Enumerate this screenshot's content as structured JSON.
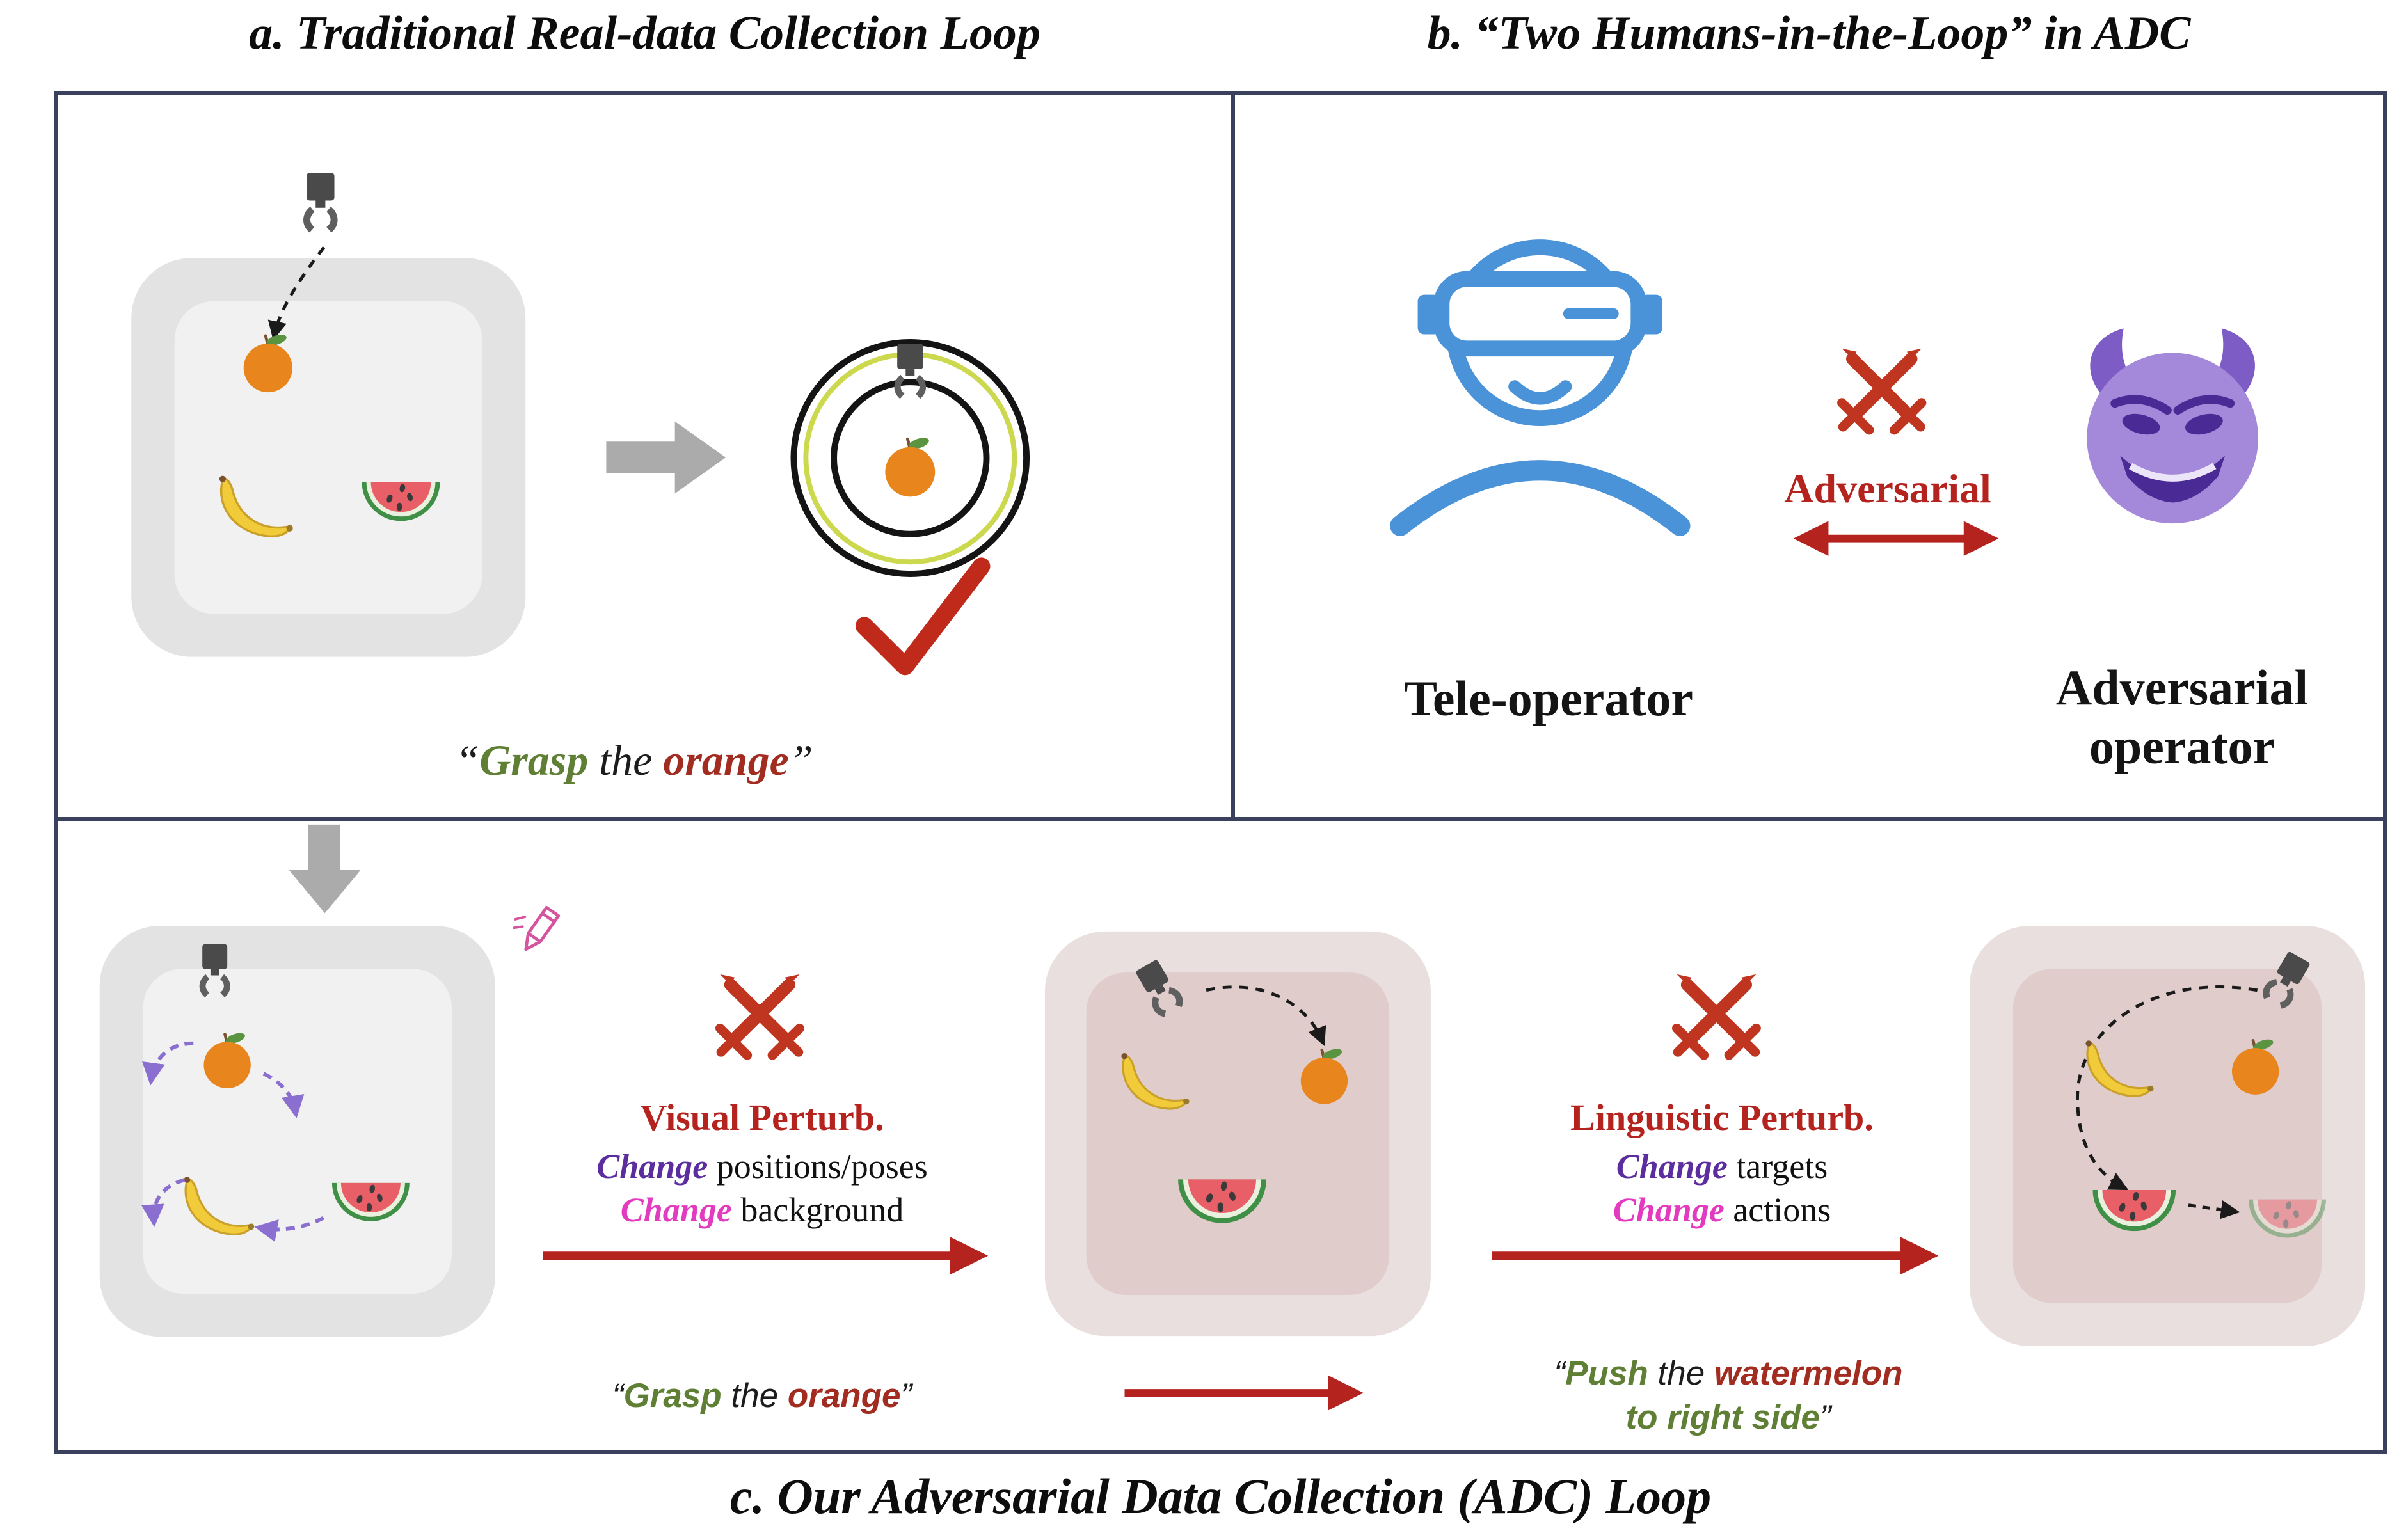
{
  "titles": {
    "a": "a. Traditional Real-data Collection Loop",
    "b": "b. “Two Humans-in-the-Loop” in ADC",
    "c": "c. Our Adversarial Data Collection (ADC) Loop"
  },
  "panel_a": {
    "instruction": {
      "open_quote": "“",
      "verb": "Grasp",
      "middle": " the ",
      "object": "orange",
      "close_quote": "”"
    }
  },
  "panel_b": {
    "adversarial_label": "Adversarial",
    "tele_operator_label": "Tele-operator",
    "adversarial_operator_line1": "Adversarial",
    "adversarial_operator_line2": "operator"
  },
  "panel_c": {
    "visual": {
      "title": "Visual Perturb.",
      "l1_em": "Change",
      "l1_rest": " positions/poses",
      "l2_em": "Change",
      "l2_rest": " background"
    },
    "linguistic": {
      "title": "Linguistic Perturb.",
      "l1_em": "Change",
      "l1_rest": " targets",
      "l2_em": "Change",
      "l2_rest": " actions"
    },
    "grasp": {
      "open_quote": "“",
      "verb": "Grasp",
      "middle": " the ",
      "object": "orange",
      "close_quote": "”"
    },
    "push": {
      "open_quote": "“",
      "verb": "Push",
      "middle": " the ",
      "object": "watermelon",
      "line2": "to right side",
      "close_quote": "”"
    }
  },
  "colors": {
    "panel_border": "#39415c",
    "verb_green": "#5f7f35",
    "object_red": "#a32c20",
    "accent_red": "#b5231f",
    "change_purple": "#5b2d9e",
    "change_magenta": "#e33bc0",
    "teleoperator_blue": "#4a93d9",
    "devil_purple": "#a488da",
    "tray_gray": "#e3e3e3",
    "tray_pink": "#eadfdf"
  },
  "icons": {
    "gripper": "robot-gripper",
    "orange": "orange-fruit",
    "banana": "banana-fruit",
    "watermelon": "watermelon-slice",
    "swords": "crossed-swords-adversarial",
    "devil": "adversarial-devil-face",
    "vr_person": "teleoperator-vr-headset-person",
    "pencil": "edit-pencil",
    "checkmark": "success-check",
    "target": "validation-target"
  }
}
